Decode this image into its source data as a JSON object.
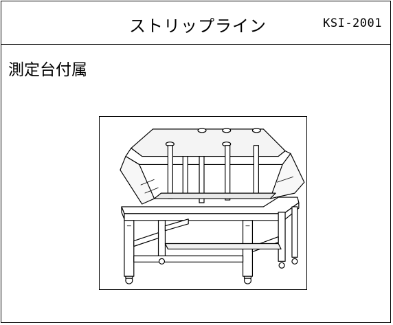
{
  "header": {
    "title": "ストリップライン",
    "code": "KSI-2001"
  },
  "section": {
    "title": "測定台付属"
  },
  "figure": {
    "icon": "measuring-table-drawing"
  }
}
